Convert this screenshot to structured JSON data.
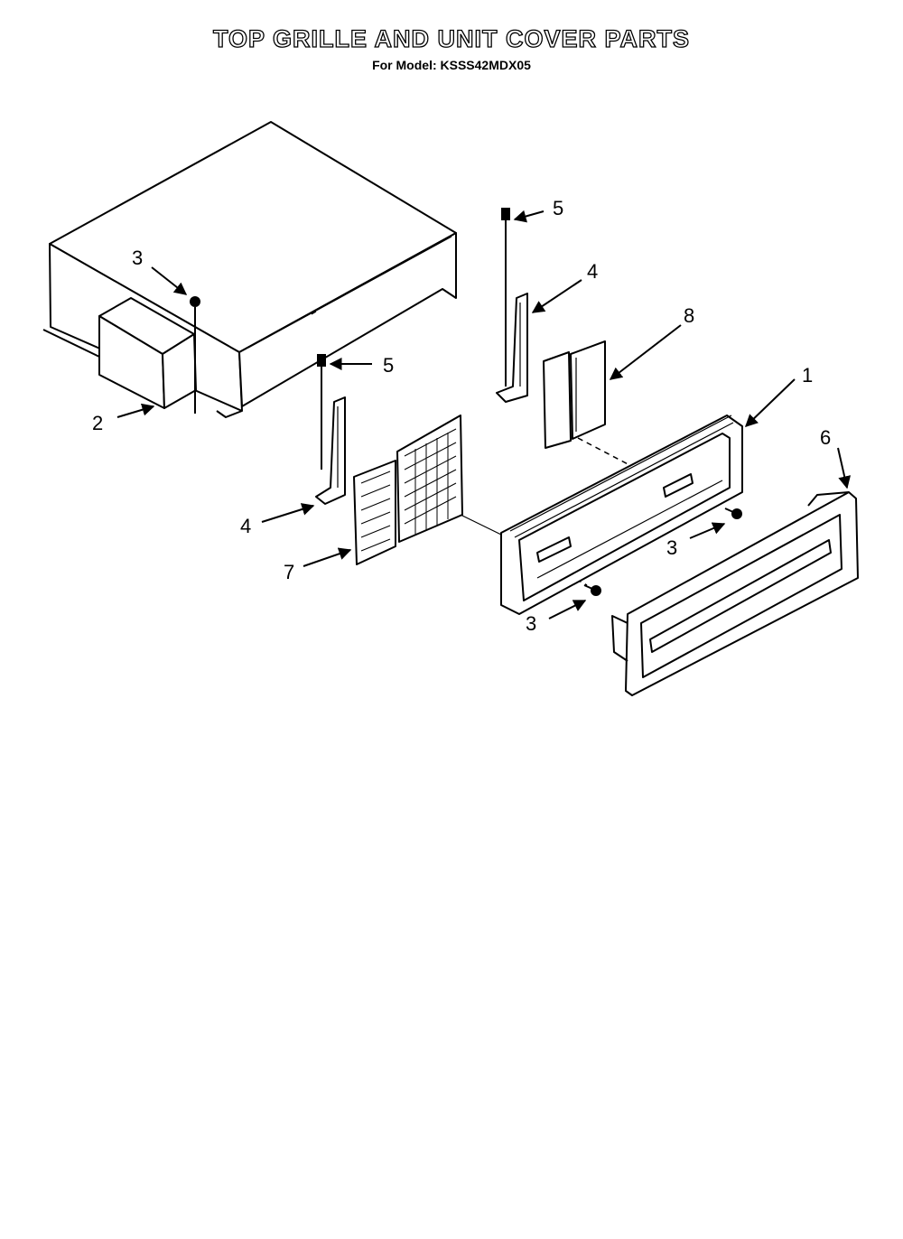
{
  "header": {
    "title": "TOP GRILLE AND UNIT COVER PARTS",
    "subtitle": "For Model: KSSS42MDX05"
  },
  "callouts": [
    "3",
    "2",
    "5",
    "4",
    "7",
    "5",
    "4",
    "8",
    "1",
    "6",
    "3",
    "3"
  ]
}
